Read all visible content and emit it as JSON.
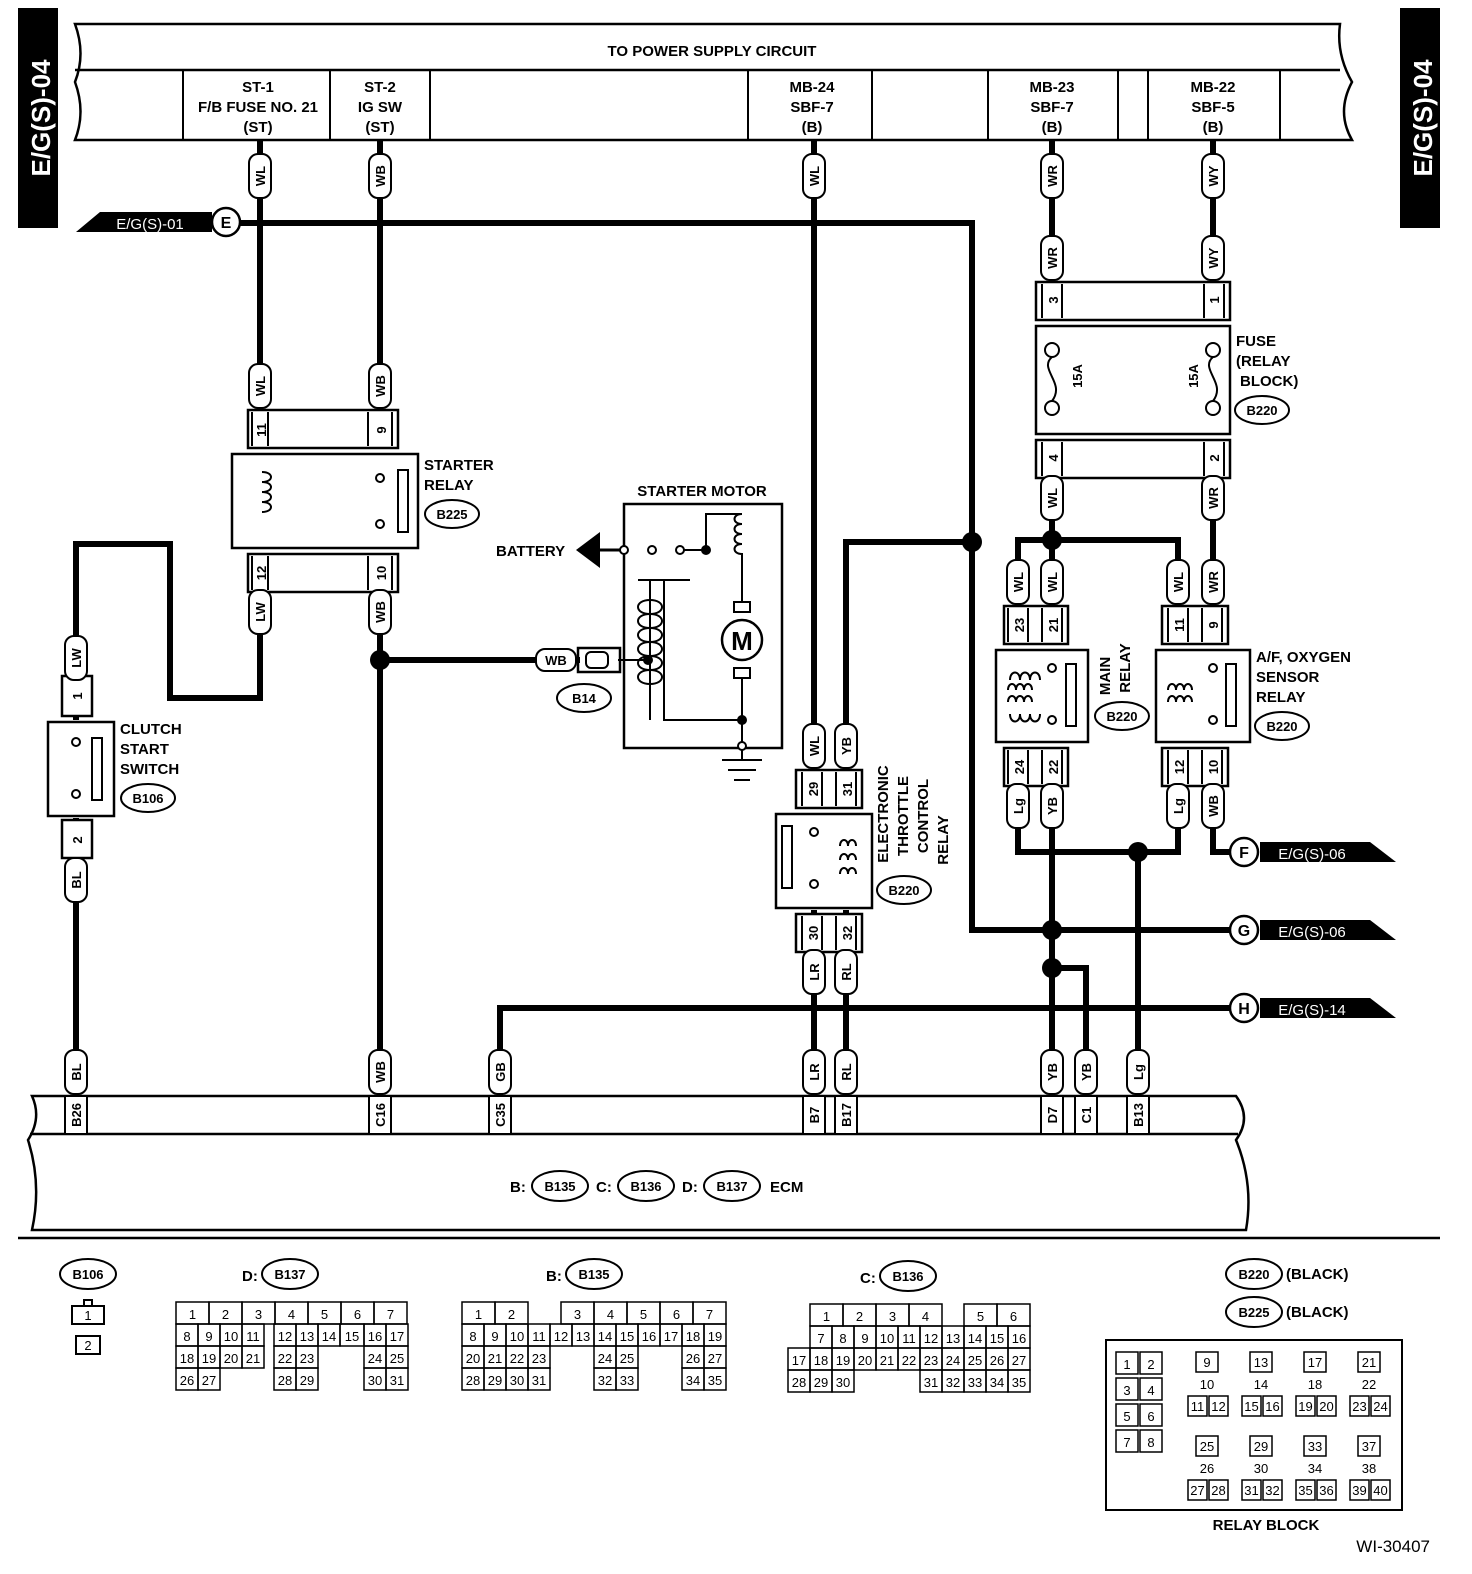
{
  "side_tabs": [
    "E/G(S)-04",
    "E/G(S)-04"
  ],
  "power_supply": {
    "title": "TO POWER SUPPLY CIRCUIT",
    "columns": [
      {
        "l1": "ST-1",
        "l2": "F/B FUSE NO. 21",
        "l3": "(ST)"
      },
      {
        "l1": "ST-2",
        "l2": "IG SW",
        "l3": "(ST)"
      },
      {
        "l1": "MB-24",
        "l2": "SBF-7",
        "l3": "(B)"
      },
      {
        "l1": "MB-23",
        "l2": "SBF-7",
        "l3": "(B)"
      },
      {
        "l1": "MB-22",
        "l2": "SBF-5",
        "l3": "(B)"
      }
    ]
  },
  "connections": [
    {
      "ref": "E",
      "label": "E/G(S)-01"
    },
    {
      "ref": "F",
      "label": "E/G(S)-06"
    },
    {
      "ref": "G",
      "label": "E/G(S)-06"
    },
    {
      "ref": "H",
      "label": "E/G(S)-14"
    }
  ],
  "components": {
    "starter_relay": {
      "l1": "STARTER",
      "l2": "RELAY",
      "conn": "B225"
    },
    "starter_motor": {
      "title": "STARTER MOTOR",
      "battery": "BATTERY",
      "motor": "M",
      "conn": "B14"
    },
    "clutch": {
      "l1": "CLUTCH",
      "l2": "START",
      "l3": "SWITCH",
      "conn": "B106"
    },
    "etc_relay": {
      "l1": "ELECTRONIC",
      "l2": "THROTTLE",
      "l3": "CONTROL",
      "l4": "RELAY",
      "conn": "B220"
    },
    "main_relay": {
      "l1": "MAIN",
      "l2": "RELAY",
      "conn": "B220"
    },
    "af_relay": {
      "l1": "A/F, OXYGEN",
      "l2": "SENSOR",
      "l3": "RELAY",
      "conn": "B220"
    },
    "fuse": {
      "l1": "FUSE",
      "l2": "(RELAY",
      "l3": "BLOCK)",
      "conn": "B220",
      "rating": "15A"
    }
  },
  "wire_codes": [
    "WL",
    "WB",
    "LW",
    "BL",
    "WR",
    "WY",
    "YB",
    "LR",
    "RL",
    "GB",
    "Lg"
  ],
  "pin_numbers": [
    "11",
    "9",
    "12",
    "10",
    "1",
    "2",
    "3",
    "4",
    "23",
    "21",
    "24",
    "22",
    "29",
    "31",
    "30",
    "32"
  ],
  "ecm": {
    "pins": [
      "B26",
      "C16",
      "C35",
      "B7",
      "B17",
      "D7",
      "C1",
      "B13"
    ],
    "prefixes": [
      "B:",
      "C:",
      "D:"
    ],
    "conns": [
      "B135",
      "B136",
      "B137"
    ],
    "label": "ECM"
  },
  "legend": {
    "b106": "B106",
    "b137_prefix": "D:",
    "b137": "B137",
    "b135_prefix": "B:",
    "b135": "B135",
    "b136_prefix": "C:",
    "b136": "B136",
    "relay_conns": [
      {
        "id": "B220",
        "color": "(BLACK)"
      },
      {
        "id": "B225",
        "color": "(BLACK)"
      }
    ],
    "relay_block": "RELAY BLOCK"
  },
  "figure_id": "WI-30407"
}
